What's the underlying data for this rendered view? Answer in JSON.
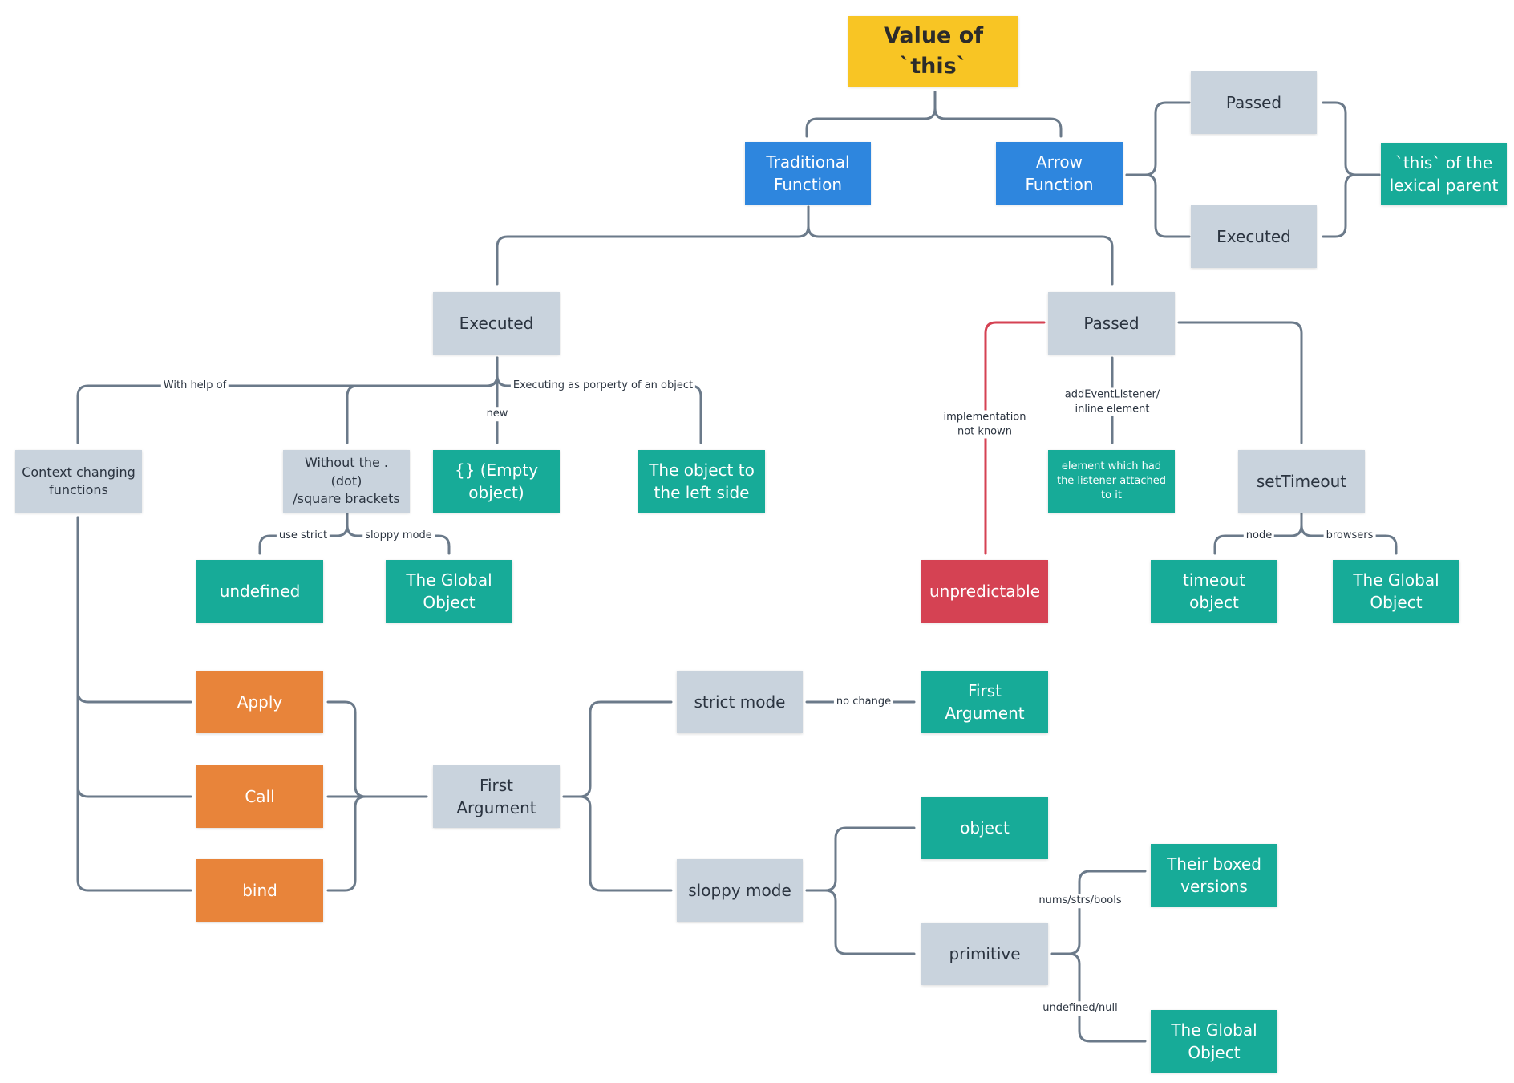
{
  "colors": {
    "edge": "#6b7a8a",
    "edge_highlight": "#d54253",
    "root": "#f8c524",
    "function_node": "#2e86de",
    "result_node": "#17ab98",
    "context_method_node": "#e8843a",
    "condition_node": "#c9d3dd",
    "unpredictable_node": "#d54253"
  },
  "nodes": {
    "root": "Value of `this`",
    "traditional_function": "Traditional\nFunction",
    "arrow_function": "Arrow\nFunction",
    "arrow_passed": "Passed",
    "arrow_executed": "Executed",
    "lexical_parent": "`this` of the\nlexical parent",
    "trad_executed": "Executed",
    "trad_passed": "Passed",
    "context_changing": "Context changing\nfunctions",
    "without_dot": "Without the . (dot)\n/square brackets",
    "empty_object": "{} (Empty\nobject)",
    "object_left_side": "The object to\nthe left side",
    "element_listener": "element which had\nthe listener attached\nto it",
    "set_timeout": "setTimeout",
    "undefined": "undefined",
    "global_object_1": "The Global\nObject",
    "unpredictable": "unpredictable",
    "timeout_object": "timeout object",
    "global_object_2": "The Global\nObject",
    "apply": "Apply",
    "call": "Call",
    "bind": "bind",
    "first_argument_gray": "First\nArgument",
    "strict_mode": "strict mode",
    "first_argument_teal": "First\nArgument",
    "sloppy_mode": "sloppy mode",
    "object": "object",
    "primitive": "primitive",
    "boxed_versions": "Their boxed\nversions",
    "global_object_3": "The Global\nObject"
  },
  "edge_labels": {
    "with_help_of": "With help of",
    "new": "new",
    "executing_as_property": "Executing as porperty of an object",
    "implementation_not_known": "implementation\nnot known",
    "add_event_listener": "addEventListener/\ninline element",
    "use_strict": "use strict",
    "sloppy_mode": "sloppy mode",
    "node": "node",
    "browsers": "browsers",
    "no_change": "no change",
    "nums_strs_bools": "nums/strs/bools",
    "undefined_null": "undefined/null"
  }
}
